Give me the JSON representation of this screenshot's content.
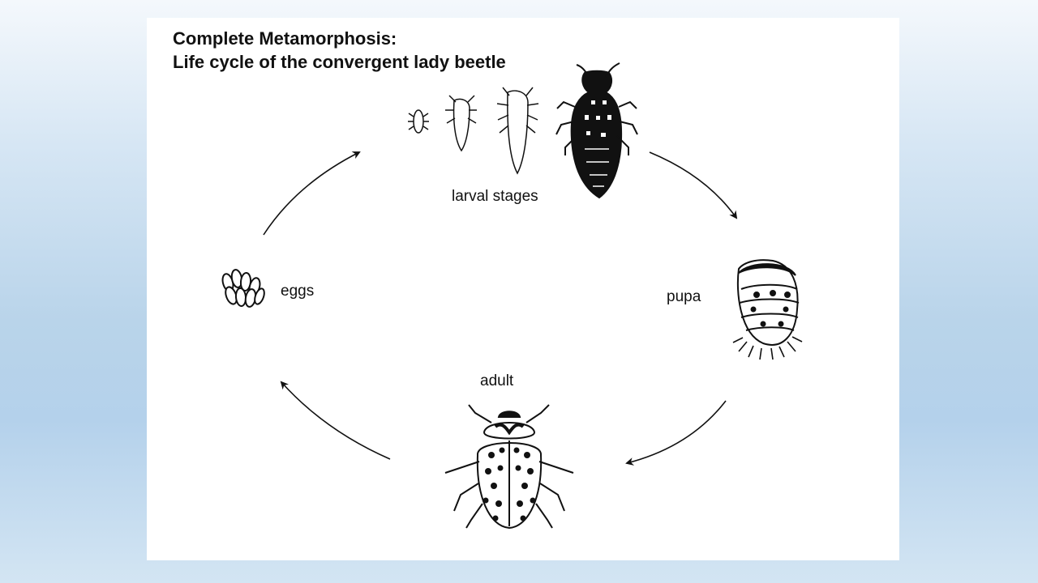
{
  "title": {
    "line1": "Complete Metamorphosis:",
    "line2": "Life cycle of the convergent lady beetle"
  },
  "stages": {
    "larval": "larval stages",
    "pupa": "pupa",
    "adult": "adult",
    "eggs": "eggs"
  },
  "colors": {
    "background_top": "#f4f8fc",
    "background_mid": "#b4d1eb",
    "slide": "#ffffff",
    "ink": "#111111"
  }
}
